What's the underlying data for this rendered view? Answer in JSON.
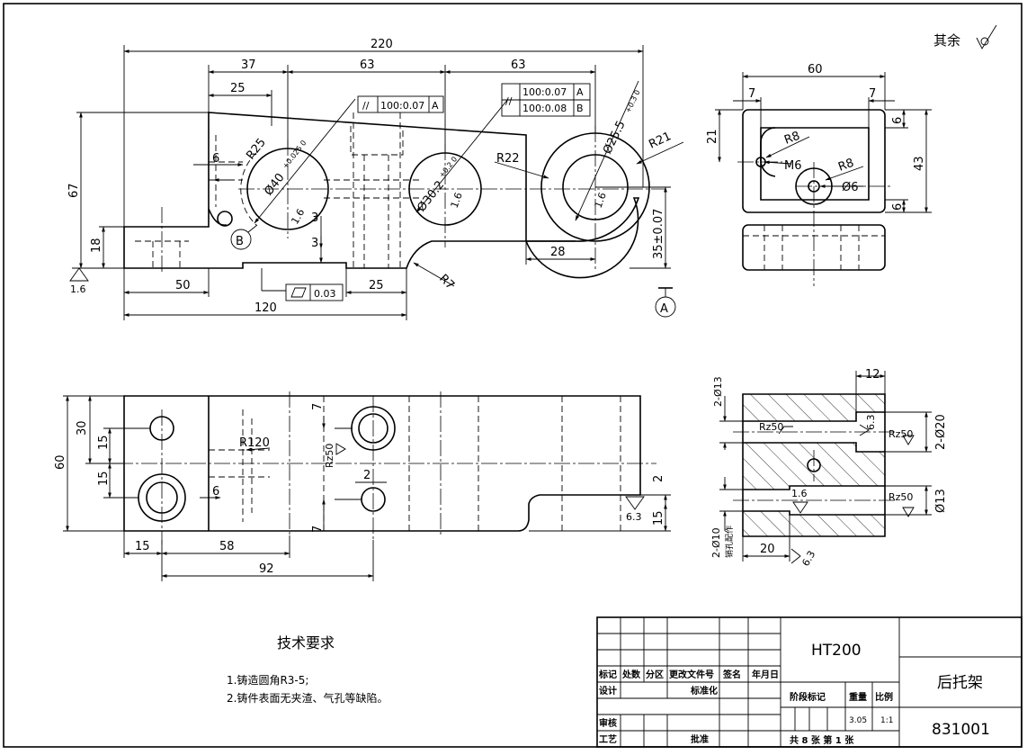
{
  "corner_note": "其余",
  "front_view": {
    "dims": {
      "overall": "220",
      "d37": "37",
      "d63a": "63",
      "d63b": "63",
      "d25": "25",
      "d67": "67",
      "d18": "18",
      "d6": "6",
      "d50": "50",
      "d120": "120",
      "d25b": "25",
      "d3a": "3",
      "d3b": "3",
      "d28": "28",
      "d35": "35±0.07",
      "r22": "R22",
      "r21": "R21",
      "r7": "R7",
      "hole40": "Ø40",
      "hole40_tol": "+0.025 0",
      "hole30": "Ø30.2",
      "hole30_tol": "+0.2 0",
      "hole25": "Ø25.5",
      "hole25_tol": "+0.3 0",
      "r25": "R25",
      "rough16a": "1.6",
      "rough16b": "1.6",
      "rough16c": "1.6",
      "rough16d": "1.6"
    },
    "gdt1": {
      "sym": "//",
      "value": "100:0.07",
      "datum": "A"
    },
    "gdt2a": {
      "sym": "//",
      "value": "100:0.07",
      "datum": "A"
    },
    "gdt2b": {
      "value": "100:0.08",
      "datum": "B"
    },
    "gdt3": {
      "value": "0.03"
    },
    "datum_a": "A",
    "datum_b": "B"
  },
  "side_view": {
    "dims": {
      "w60": "60",
      "d7a": "7",
      "d7b": "7",
      "d21": "21",
      "d6a": "6",
      "d6b": "6",
      "d43": "43",
      "r8a": "R8",
      "r8b": "R8",
      "m6": "M6",
      "phi6": "Ø6"
    }
  },
  "top_view": {
    "dims": {
      "d30": "30",
      "d15a": "15",
      "d15b": "15",
      "d60": "60",
      "d6": "6",
      "r120": "R120",
      "d7a": "7",
      "d7b": "7",
      "d2a": "2",
      "d2b": "2",
      "d15c": "15",
      "d15": "15",
      "d58": "58",
      "d92": "92",
      "rz50": "Rz50",
      "r63": "6.3"
    }
  },
  "section_view": {
    "dims": {
      "d12": "12",
      "h13a": "2-Ø13",
      "h20": "2-Ø20",
      "h13b": "Ø13",
      "h10": "2-Ø10",
      "h10note": "销孔配作",
      "d20": "20",
      "rz50a": "Rz50",
      "rz50b": "Rz50",
      "rz50c": "Rz50",
      "r63a": "6.3",
      "r63b": "6.3",
      "r16": "1.6"
    }
  },
  "notes": {
    "title": "技术要求",
    "items": [
      "1.铸造圆角R3-5;",
      "2.铸件表面无夹渣、气孔等缺陷。"
    ]
  },
  "title_block": {
    "material": "HT200",
    "part_name": "后托架",
    "drawing_no": "831001",
    "headers": [
      "标记",
      "处数",
      "分区",
      "更改文件号",
      "签名",
      "年月日"
    ],
    "design": "设计",
    "standard": "标准化",
    "stage": "阶段标记",
    "weight_label": "重量",
    "scale_label": "比例",
    "weight": "3.05",
    "scale": "1:1",
    "check": "审核",
    "process": "工艺",
    "approve": "批准",
    "sheets": "共 8 张 第 1 张"
  }
}
